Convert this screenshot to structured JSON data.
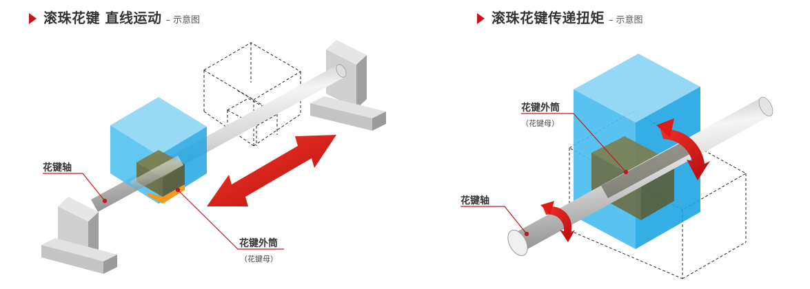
{
  "left": {
    "title_main": "滚珠花键 直线运动",
    "title_sep": "–",
    "title_sub": "示意图",
    "label_shaft": "花键轴",
    "label_nut": "花键外筒",
    "label_nut_sub": "（花键母）"
  },
  "right": {
    "title_main": "滚珠花键传递扭矩",
    "title_sep": "–",
    "title_sub": "示意图",
    "label_shaft": "花键轴",
    "label_nut": "花键外筒",
    "label_nut_sub": "（花键母）"
  },
  "colors": {
    "accent_red": "#c4161c",
    "arrow_red": "#e01b14",
    "block_blue": "#3db8ea",
    "nut_orange": "#f39a1e",
    "support_gray": "#c8c8c8"
  }
}
